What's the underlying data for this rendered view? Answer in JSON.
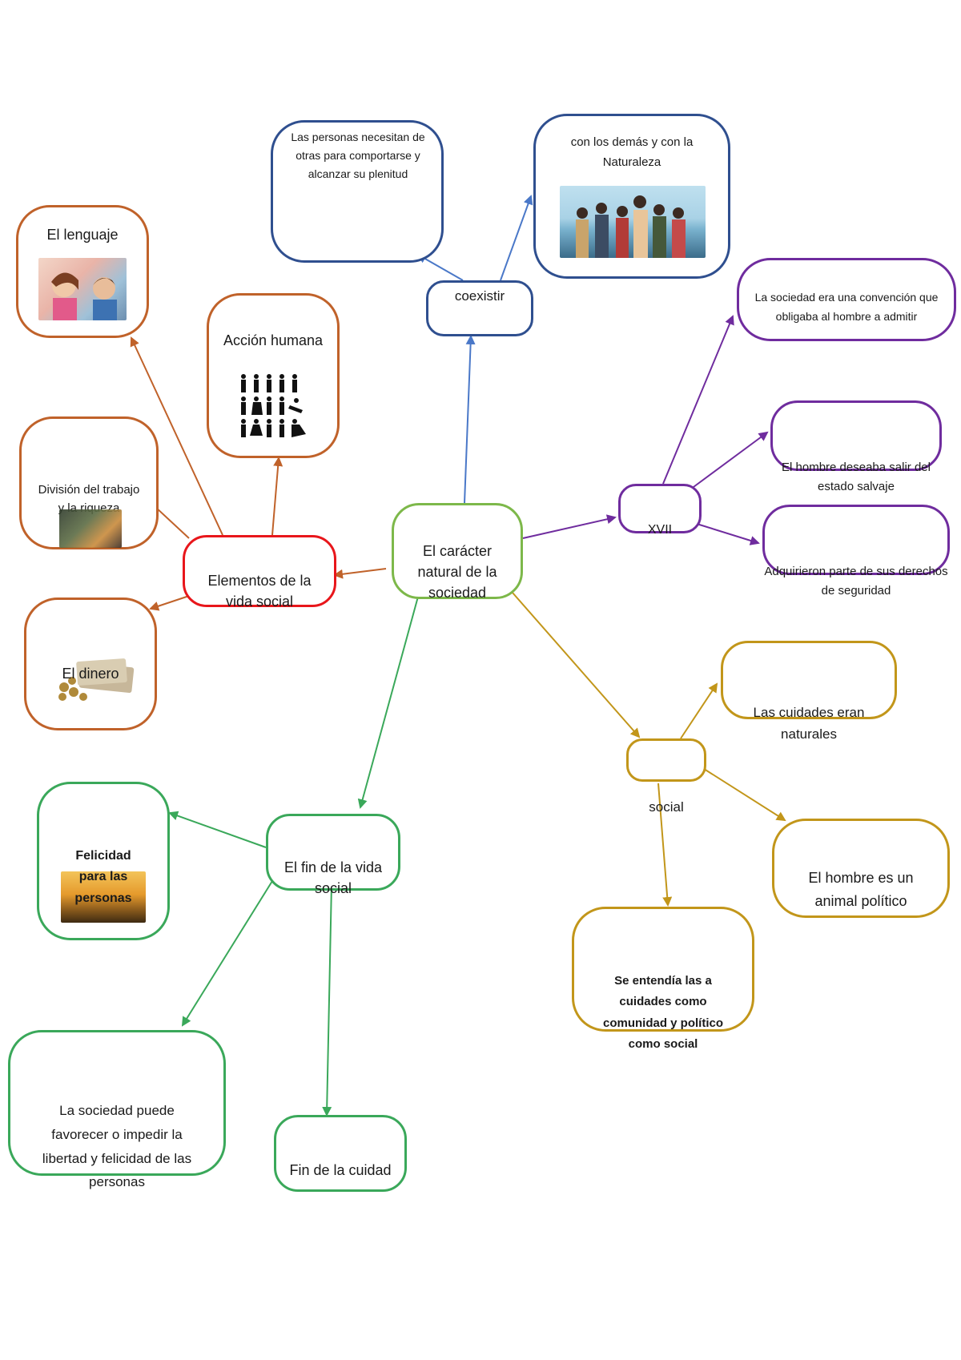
{
  "center": {
    "label": "El carácter natural de la sociedad"
  },
  "coexistir": {
    "label": "coexistir",
    "left_box": "Las personas necesitan de otras para comportarse y alcanzar su plenitud",
    "right_box": "con los demás y con la Naturaleza",
    "right_image": "group-of-friends-photo"
  },
  "elements": {
    "label": "Elementos de la vida social",
    "lenguaje": "El lenguaje",
    "lenguaje_image": "children-talking-photo",
    "accion": "Acción humana",
    "accion_image": "human-action-pictograms",
    "division": "División del trabajo y la riqueza",
    "division_image": "work-division-photo",
    "dinero": "El dinero",
    "dinero_image": "money-coins-photo"
  },
  "xvii": {
    "label": "XVII",
    "box1": "La sociedad era una convención que obligaba al hombre a admitir",
    "box2": "El hombre deseaba salir del estado salvaje",
    "box3": "Adquirieron parte de sus derechos de seguridad"
  },
  "social": {
    "label": "social",
    "box1": "Las cuidades eran naturales",
    "box2": "El hombre es un animal político",
    "box3": "Se entendía las a cuidades como comunidad y político como social"
  },
  "fin": {
    "label": "El fin de la vida social",
    "felicidad": "Felicidad para las personas",
    "felicidad_image": "sunset-field-photo",
    "sociedad_box": "La sociedad puede favorecer o impedir la libertad y felicidad de las personas",
    "fin_cuidad": "Fin de la cuidad"
  },
  "colors": {
    "blue": "#2f4f8f",
    "blue_arrow": "#4a78c8",
    "green": "#3aa85a",
    "orange": "#c0622a",
    "red": "#e8161b",
    "purple": "#6f2c9e",
    "gold": "#c2961a",
    "lime": "#7db84a"
  }
}
